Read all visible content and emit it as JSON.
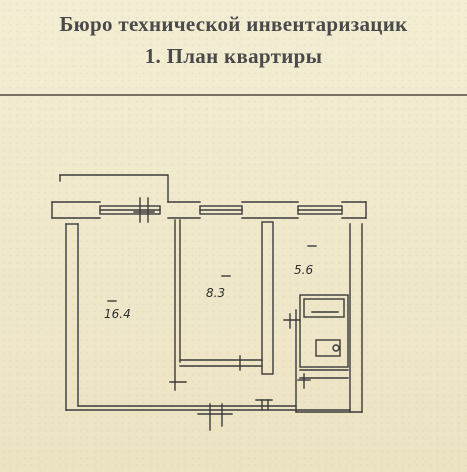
{
  "document": {
    "header_line1": "Бюро технической инвентаризацик",
    "header_line2": "1. План квартиры"
  },
  "plan": {
    "rooms": [
      {
        "id": "room-1",
        "label": "16.4"
      },
      {
        "id": "room-2",
        "label": "8.3"
      },
      {
        "id": "kitchen",
        "label": "5.6"
      }
    ]
  },
  "colors": {
    "paper": "#ede4c4",
    "ink": "#3a3a3a",
    "title_ink": "#4a4a4a"
  }
}
